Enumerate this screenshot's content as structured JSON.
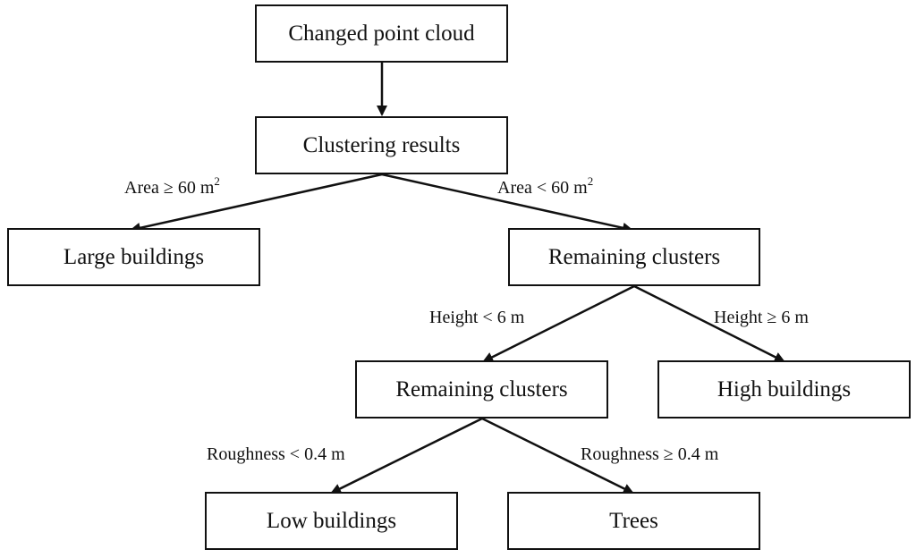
{
  "nodes": {
    "changed": "Changed point cloud",
    "clustering": "Clustering results",
    "large": "Large buildings",
    "remaining1": "Remaining clusters",
    "remaining2": "Remaining clusters",
    "high": "High buildings",
    "low": "Low buildings",
    "trees": "Trees"
  },
  "edges": {
    "area_ge": {
      "text": "Area ≥  60 m",
      "sup": "2"
    },
    "area_lt": {
      "text": "Area <  60 m",
      "sup": "2"
    },
    "height_lt": "Height <  6 m",
    "height_ge": "Height ≥  6 m",
    "rough_lt": "Roughness <  0.4 m",
    "rough_ge": "Roughness ≥  0.4 m"
  },
  "colors": {
    "line": "#111111",
    "background": "#ffffff"
  }
}
